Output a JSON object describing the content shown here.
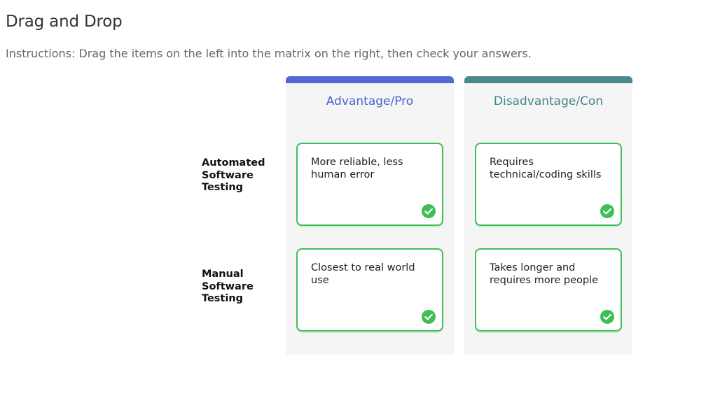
{
  "header": {
    "title": "Drag and Drop",
    "instructions": "Instructions: Drag the items on the left into the matrix on the right, then check your answers."
  },
  "matrix": {
    "columns": [
      {
        "label": "Advantage/Pro",
        "color": "#4a62d4",
        "bar_color": "#5068d8"
      },
      {
        "label": "Disadvantage/Con",
        "color": "#3f8587",
        "bar_color": "#4a8a8c"
      }
    ],
    "rows": [
      {
        "label": "Automated Software Testing"
      },
      {
        "label": "Manual Software Testing"
      }
    ],
    "cells": [
      {
        "text": "More reliable, less human error",
        "status": "correct",
        "icon": "check-icon"
      },
      {
        "text": "Requires technical/coding skills",
        "status": "correct",
        "icon": "check-icon"
      },
      {
        "text": "Closest to real world use",
        "status": "correct",
        "icon": "check-icon"
      },
      {
        "text": "Takes longer and requires more people",
        "status": "correct",
        "icon": "check-icon"
      }
    ],
    "correct_color": "#3fbf55"
  }
}
